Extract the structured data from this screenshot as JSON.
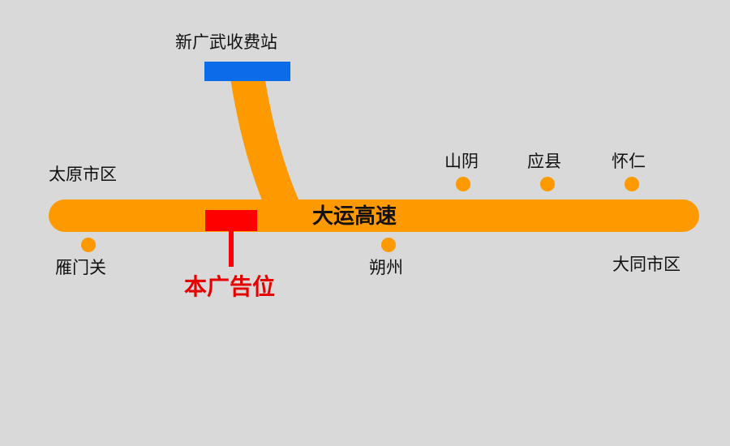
{
  "map": {
    "highway_name": "大运高速",
    "toll_station": "新广武收费站",
    "ad_position_label": "本广告位",
    "places": {
      "taiyuan": "太原市区",
      "yanmenguan": "雁门关",
      "shuozhou": "朔州",
      "shanyin": "山阴",
      "yingxian": "应县",
      "huairen": "怀仁",
      "datong": "大同市区"
    }
  },
  "colors": {
    "background": "#d9d9d9",
    "road": "#ff9900",
    "toll_station": "#0a6ce9",
    "ad_marker": "#ff0000",
    "city_dot": "#ff9900",
    "ad_text": "#e60000"
  }
}
